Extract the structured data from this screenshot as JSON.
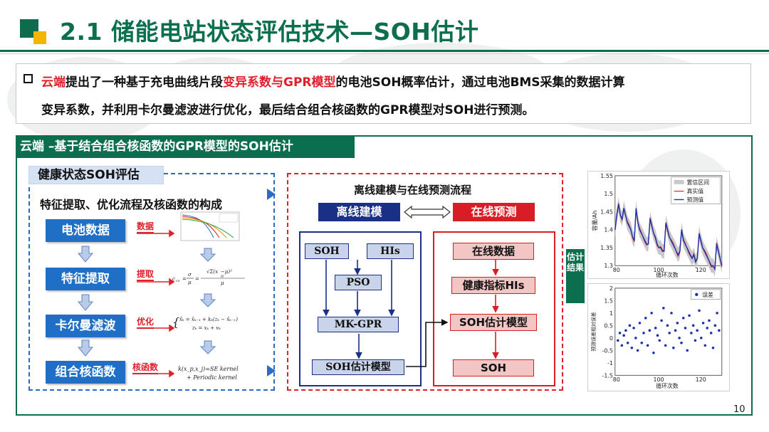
{
  "header": {
    "title": "2.1 储能电站状态评估技术—SOH估计",
    "accent_green": "#0b6f4f",
    "accent_yellow": "#f4b400"
  },
  "bullet": {
    "line1": [
      {
        "text": "云端",
        "color": "red"
      },
      {
        "text": "提出了一种基于充电曲线片段",
        "color": "black"
      },
      {
        "text": "变异系数与GPR模型",
        "color": "red"
      },
      {
        "text": "的电池SOH概率估计，通过电池BMS采集的数据计算",
        "color": "black"
      }
    ],
    "line2": "变异系数，并利用卡尔曼滤波进行优化，最后结合组合核函数的GPR模型对SOH进行预测。"
  },
  "section": {
    "tab_title": "云端 –基于结合组合核函数的GPR模型的SOH估计"
  },
  "left": {
    "health_title": "健康状态SOH评估",
    "feature_title": "特征提取、优化流程及核函数的构成",
    "steps": [
      {
        "label": "电池数据",
        "tag": "数据"
      },
      {
        "label": "特征提取",
        "tag": "提取"
      },
      {
        "label": "卡尔曼滤波",
        "tag": "优化"
      },
      {
        "label": "组合核函数",
        "tag": "核函数"
      }
    ],
    "kernel_line1": "k(x_p,x_j)=SE kernel",
    "kernel_line2": "+ Periodic kernel"
  },
  "middle": {
    "title": "离线建模与在线预测流程",
    "offline_header": "离线建模",
    "online_header": "在线预测",
    "offline_boxes": {
      "soh": "SOH",
      "his": "HIs",
      "pso": "PSO",
      "mkgpr": "MK-GPR",
      "model": "SOH估计模型"
    },
    "online_boxes": {
      "data": "在线数据",
      "health": "健康指标HIs",
      "model": "SOH估计模型",
      "soh": "SOH"
    }
  },
  "right": {
    "estimate_label": "估计结果",
    "top_chart": {
      "ylabel": "容量/Ah",
      "xlabel": "循环次数",
      "legend": [
        "置信区间",
        "真实值",
        "预测值"
      ],
      "yticks": [
        "1.55",
        "1.5",
        "1.45",
        "1.4",
        "1.35",
        "1.3"
      ],
      "xticks": [
        "80",
        "100",
        "120"
      ]
    },
    "bottom_chart": {
      "ylabel": "预测误差相对误差",
      "xlabel": "循环次数",
      "legend": [
        "误差"
      ],
      "yticks": [
        "2",
        "1.5",
        "1",
        "0.5",
        "0",
        "-0.5",
        "-1",
        "-1.5"
      ],
      "xticks": [
        "80",
        "100",
        "120"
      ]
    }
  },
  "page_number": "10"
}
